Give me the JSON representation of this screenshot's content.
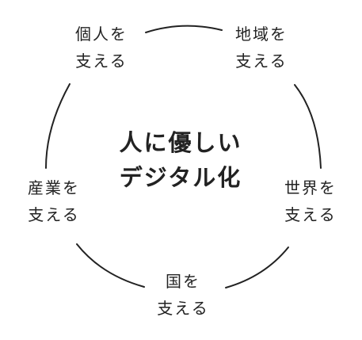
{
  "center": {
    "line1": "人に優しい",
    "line2": "デジタル化"
  },
  "nodes": {
    "individual": {
      "line1": "個人を",
      "line2": "支える"
    },
    "region": {
      "line1": "地域を",
      "line2": "支える"
    },
    "world": {
      "line1": "世界を",
      "line2": "支える"
    },
    "nation": {
      "line1": "国を",
      "line2": "支える"
    },
    "industry": {
      "line1": "産業を",
      "line2": "支える"
    }
  },
  "colors": {
    "ink": "#222222",
    "background": "#ffffff"
  }
}
